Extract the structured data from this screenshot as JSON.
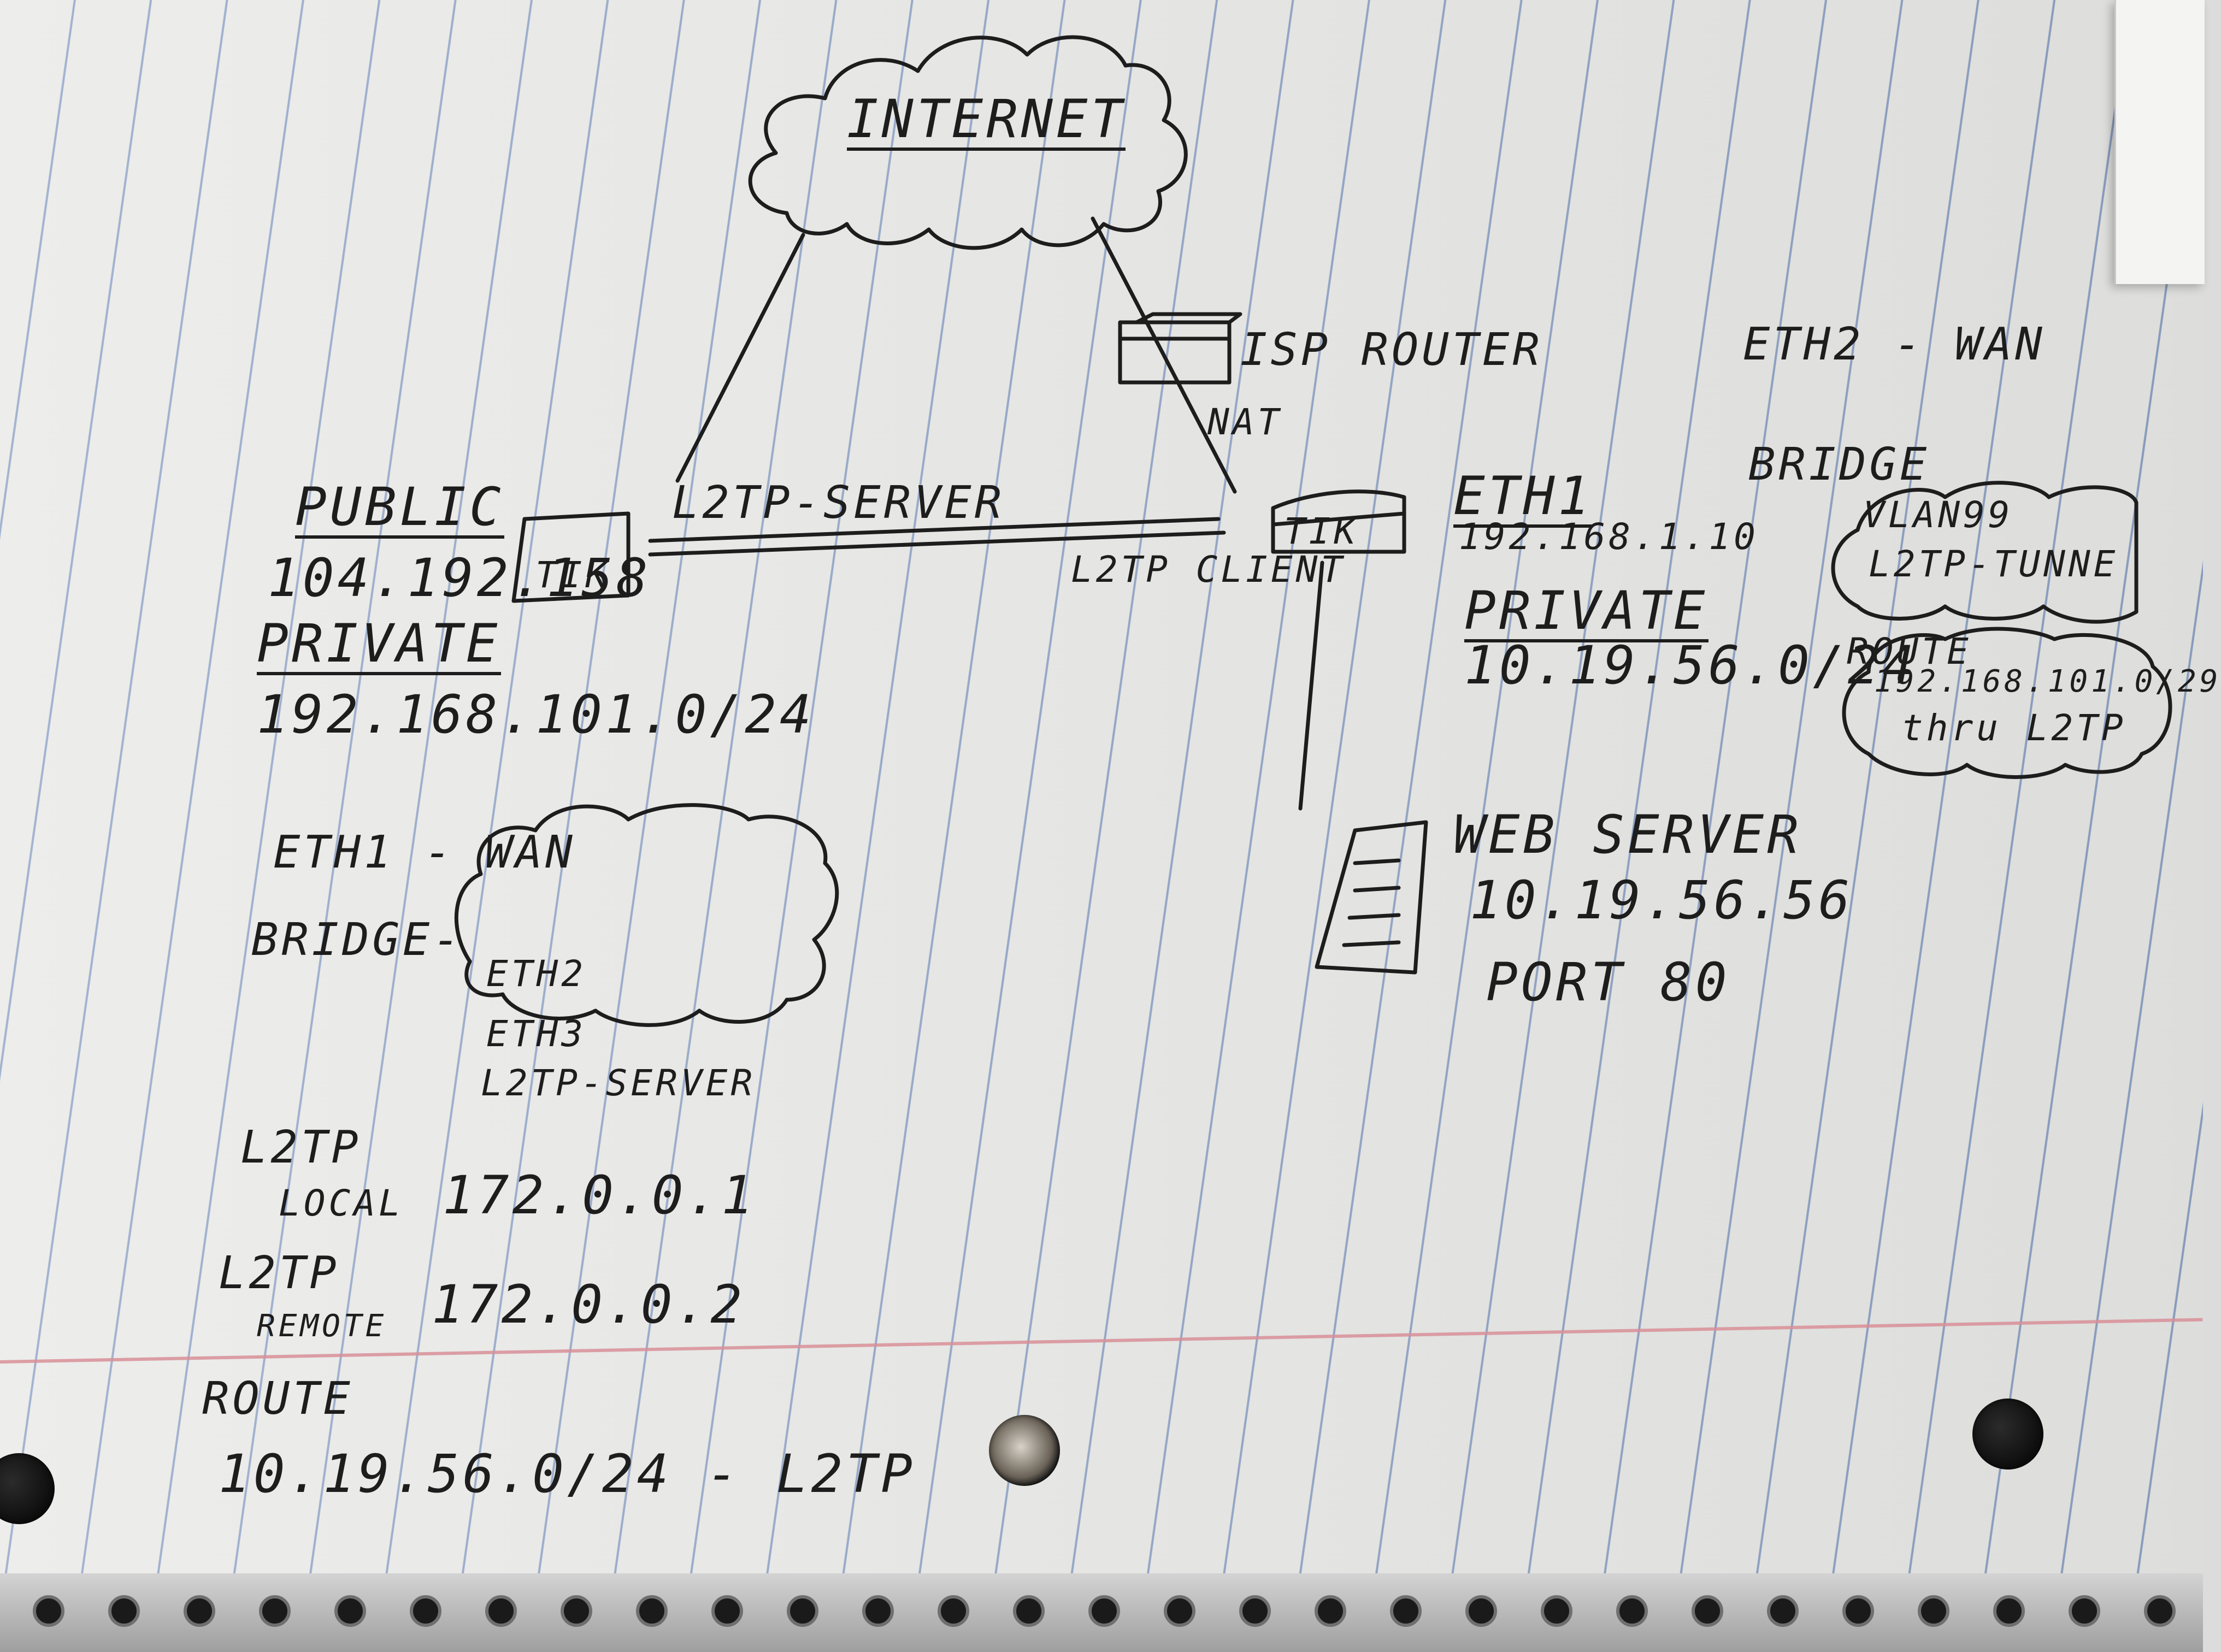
{
  "cloud": {
    "label": "INTERNET"
  },
  "isp": {
    "label": "ISP ROUTER",
    "nat": "NAT"
  },
  "left_router": {
    "label": "TIK",
    "public_heading": "PUBLIC",
    "public_ip": "104.192.158",
    "private_heading": "PRIVATE",
    "private_net": "192.168.101.0/24",
    "eth1": "ETH1 - WAN",
    "bridge": "BRIDGE-",
    "bridge_members": [
      "ETH2",
      "ETH3",
      "L2TP-SERVER"
    ],
    "l2tp_local_label": "L2TP",
    "l2tp_local_sub": "LOCAL",
    "l2tp_local_ip": "172.0.0.1",
    "l2tp_remote_label": "L2TP",
    "l2tp_remote_sub": "REMOTE",
    "l2tp_remote_ip": "172.0.0.2",
    "route_label": "ROUTE",
    "route_value": "10.19.56.0/24 - L2TP"
  },
  "tunnel": {
    "server_label": "L2TP-SERVER",
    "client_label": "L2TP CLIENT"
  },
  "right_router": {
    "label": "TIK",
    "eth1_heading": "ETH1",
    "eth1_ip": "192.168.1.10",
    "private_heading": "PRIVATE",
    "private_net": "10.19.56.0/24",
    "eth2": "ETH2 - WAN",
    "bridge": "BRIDGE",
    "bridge_members": [
      "VLAN99",
      "L2TP-TUNNE"
    ],
    "route_heading": "ROUTE",
    "route_net": "192.168.101.0/29",
    "route_via": "thru L2TP"
  },
  "web_server": {
    "label": "WEB SERVER",
    "ip": "10.19.56.56",
    "port": "PORT 80"
  }
}
